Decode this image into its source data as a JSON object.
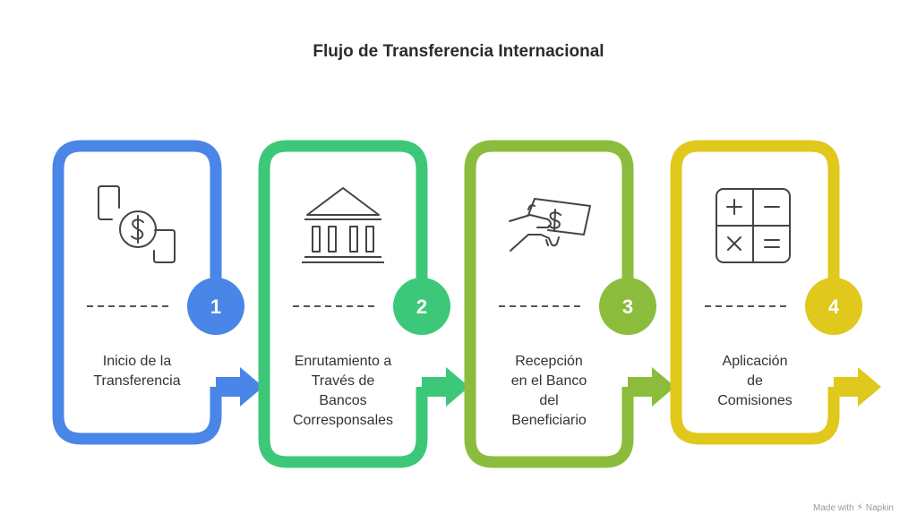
{
  "title": "Flujo de Transferencia Internacional",
  "steps": [
    {
      "number": "1",
      "label": "Inicio de la\nTransferencia",
      "icon": "money-transfer-icon",
      "color": "#4a86e8"
    },
    {
      "number": "2",
      "label": "Enrutamiento a\nTravés de\nBancos\nCorresponsales",
      "icon": "bank-icon",
      "color": "#3cc878"
    },
    {
      "number": "3",
      "label": "Recepción\nen el Banco\ndel\nBeneficiario",
      "icon": "hand-receiving-money-icon",
      "color": "#8cbc3c"
    },
    {
      "number": "4",
      "label": "Aplicación\nde\nComisiones",
      "icon": "calculator-icon",
      "color": "#e0c81c"
    }
  ],
  "footer": {
    "text": "Made with",
    "brand": "Napkin"
  }
}
